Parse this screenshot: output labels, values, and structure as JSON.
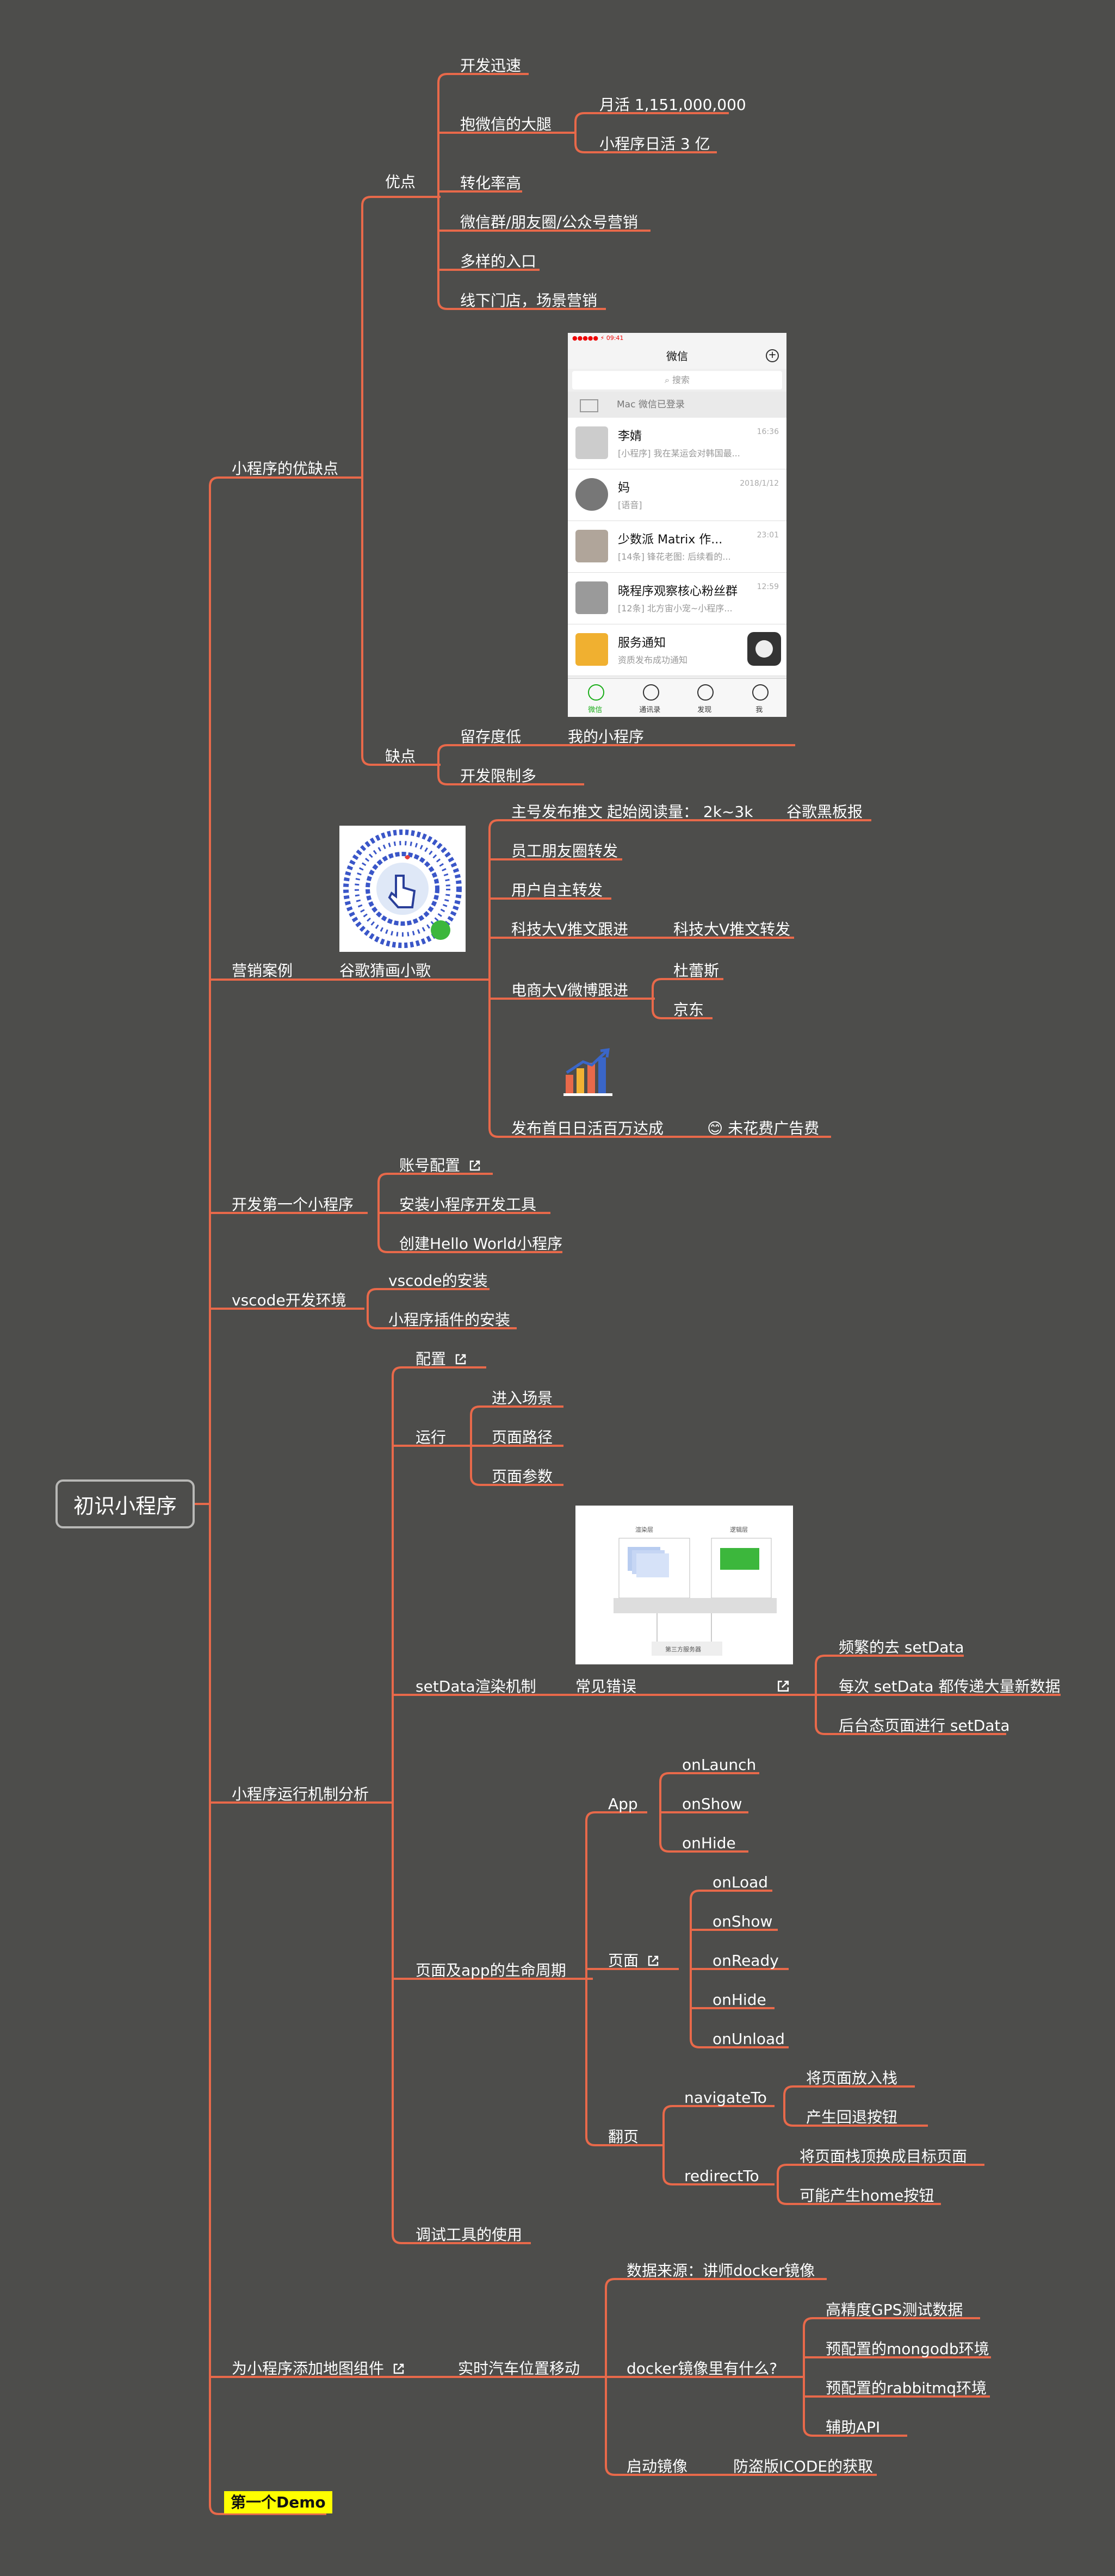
{
  "root": "初识小程序",
  "b1": {
    "label": "小程序的优缺点",
    "pros": {
      "label": "优点",
      "items": [
        "开发迅速",
        "抱微信的大腿",
        "转化率高",
        "微信群/朋友圈/公众号营销",
        "多样的入口",
        "线下门店，场景营销"
      ],
      "wechat_sub": [
        "月活 1,151,000,000",
        "小程序日活 3 亿"
      ]
    },
    "cons": {
      "label": "缺点",
      "items": [
        "留存度低",
        "开发限制多"
      ],
      "retention_sub": "我的小程序"
    },
    "phone": {
      "title": "微信",
      "search": "搜索",
      "mac": "Mac 微信已登录",
      "chats": [
        {
          "name": "李婧",
          "msg": "[小程序] 我在某运会对韩国最...",
          "time": "16:36"
        },
        {
          "name": "妈",
          "msg": "[语音]",
          "time": "2018/1/12"
        },
        {
          "name": "少数派 Matrix 作...",
          "msg": "[14条] 锋花老图: 后续看的...",
          "time": "23:01"
        },
        {
          "name": "晓程序观察核心粉丝群",
          "msg": "[12条] 北方宙小宠~小程序...",
          "time": "12:59"
        },
        {
          "name": "服务通知",
          "msg": "资质发布成功通知",
          "time": ""
        }
      ],
      "tabs": [
        "微信",
        "通讯录",
        "发现",
        "我"
      ]
    }
  },
  "b2": {
    "label": "营销案例",
    "case": "谷歌猜画小歌",
    "items": {
      "push": "主号发布推文",
      "push_read": "起始阅读量： 2k~3k",
      "push_board": "谷歌黑板报",
      "staff": "员工朋友圈转发",
      "users": "用户自主转发",
      "tech": "科技大V推文跟进",
      "tech_sub": "科技大V推文转发",
      "weibo": "电商大V微博跟进",
      "weibo_sub": [
        "杜蕾斯",
        "京东"
      ],
      "launch": "发布首日日活百万达成",
      "launch_sub": "未花费广告费",
      "emoji": "😊"
    }
  },
  "b3": {
    "label": "开发第一个小程序",
    "items": [
      "账号配置",
      "安装小程序开发工具",
      "创建Hello World小程序"
    ]
  },
  "b4": {
    "label": "vscode开发环境",
    "items": [
      "vscode的安装",
      "小程序插件的安装"
    ]
  },
  "b5": {
    "label": "小程序运行机制分析",
    "config": "配置",
    "run": {
      "label": "运行",
      "items": [
        "进入场景",
        "页面路径",
        "页面参数"
      ]
    },
    "setdata": {
      "label": "setData渲染机制",
      "errors": "常见错误",
      "items": [
        "频繁的去 setData",
        "每次 setData 都传递大量新数据",
        "后台态页面进行 setData"
      ]
    },
    "lifecycle": {
      "label": "页面及app的生命周期",
      "app": {
        "label": "App",
        "items": [
          "onLaunch",
          "onShow",
          "onHide"
        ]
      },
      "page": {
        "label": "页面",
        "items": [
          "onLoad",
          "onShow",
          "onReady",
          "onHide",
          "onUnload"
        ]
      },
      "nav": {
        "label": "翻页",
        "navigateTo": {
          "label": "navigateTo",
          "items": [
            "将页面放入栈",
            "产生回退按钮"
          ]
        },
        "redirectTo": {
          "label": "redirectTo",
          "items": [
            "将页面栈顶换成目标页面",
            "可能产生home按钮"
          ]
        }
      }
    },
    "debug": "调试工具的使用",
    "diagram": {
      "left": "渲染层",
      "right": "逻辑层",
      "bottom": "第三方服务器"
    }
  },
  "b6": {
    "label": "为小程序添加地图组件",
    "track": "实时汽车位置移动",
    "source": "数据来源：讲师docker镜像",
    "docker": "docker镜像里有什么?",
    "docker_items": [
      "高精度GPS测试数据",
      "预配置的mongodb环境",
      "预配置的rabbitmq环境",
      "辅助API"
    ],
    "start": "启动镜像",
    "start_sub": "防盗版ICODE的获取"
  },
  "b7": {
    "label": "第一个Demo"
  },
  "colors": {
    "line": "#e8694a",
    "bg": "#4d4d4b",
    "text": "#ffffff",
    "highlight": "#ffff00"
  }
}
